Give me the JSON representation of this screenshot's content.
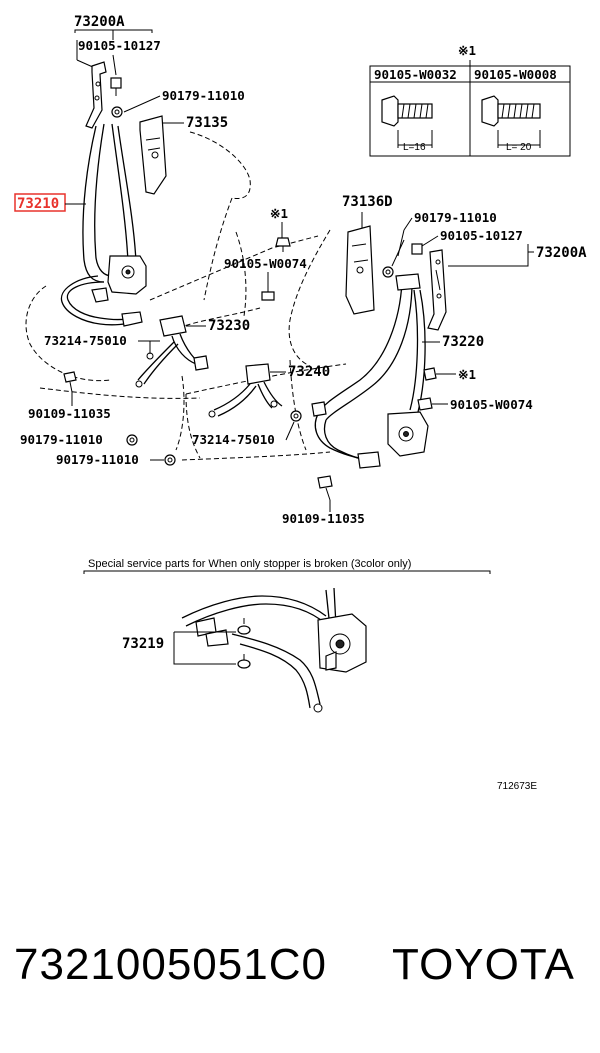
{
  "diagram": {
    "labels": {
      "l73200A_top": "73200A",
      "l90105_10127_top": "90105-10127",
      "l90179_11010_top": "90179-11010",
      "l73135": "73135",
      "l73210": "73210",
      "note_mark_1": "※1",
      "l73136D": "73136D",
      "l90179_11010_mid": "90179-11010",
      "l90105_10127_mid": "90105-10127",
      "l73200A_right": "73200A",
      "note_mark_2": "※1",
      "l90105_W0074_left": "90105-W0074",
      "l73230": "73230",
      "l73214_75010_left": "73214-75010",
      "l73220": "73220",
      "l73240": "73240",
      "note_mark_3": "※1",
      "l90105_W0074_right": "90105-W0074",
      "l90109_11035_left": "90109-11035",
      "l90179_11010_bl1": "90179-11010",
      "l73214_75010_mid": "73214-75010",
      "l90179_11010_bl2": "90179-11010",
      "l90109_11035_bottom": "90109-11035",
      "l73219": "73219"
    },
    "inset": {
      "mark": "※1",
      "col1": "90105-W0032",
      "col2": "90105-W0008",
      "len1": "L=16",
      "len2": "L= 20"
    },
    "special_note": "Special service parts for When only stopper is broken (3color only)",
    "figure_code": "712673E",
    "highlight_color": "#e8322c"
  },
  "footer": {
    "part_number": "7321005051C0",
    "brand": "TOYOTA"
  }
}
